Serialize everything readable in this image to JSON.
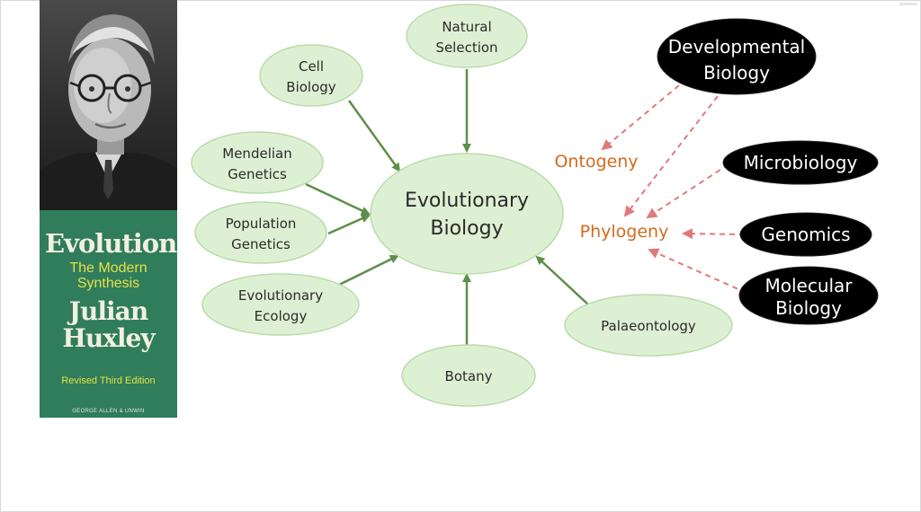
{
  "cover": {
    "title": "Evolution",
    "subtitle_line1": "The Modern",
    "subtitle_line2": "Synthesis",
    "author_line1": "Julian",
    "author_line2": "Huxley",
    "edition": "Revised Third Edition",
    "publisher": "GEORGE ALLEN & UNWIN"
  },
  "colors": {
    "node_fill": "#def0d4",
    "node_stroke": "#b9dcaa",
    "edge": "#5e8f4a",
    "dashed_edge": "#e07a7a",
    "orange_text": "#d46a1e",
    "cover_green": "#2f7d5a"
  },
  "diagram": {
    "center": {
      "line1": "Evolutionary",
      "line2": "Biology"
    },
    "feeders": [
      {
        "id": "natural-selection",
        "line1": "Natural",
        "line2": "Selection"
      },
      {
        "id": "cell-biology",
        "line1": "Cell",
        "line2": "Biology"
      },
      {
        "id": "mendelian-genetics",
        "line1": "Mendelian",
        "line2": "Genetics"
      },
      {
        "id": "population-genetics",
        "line1": "Population",
        "line2": "Genetics"
      },
      {
        "id": "evolutionary-ecology",
        "line1": "Evolutionary",
        "line2": "Ecology"
      },
      {
        "id": "botany",
        "line1": "Botany",
        "line2": ""
      },
      {
        "id": "palaeontology",
        "line1": "Palaeontology",
        "line2": ""
      }
    ],
    "concepts": [
      {
        "id": "ontogeny",
        "label": "Ontogeny"
      },
      {
        "id": "phylogeny",
        "label": "Phylogeny"
      }
    ],
    "modern_fields": [
      {
        "id": "developmental-biology",
        "line1": "Developmental",
        "line2": "Biology"
      },
      {
        "id": "microbiology",
        "line1": "Microbiology",
        "line2": ""
      },
      {
        "id": "genomics",
        "line1": "Genomics",
        "line2": ""
      },
      {
        "id": "molecular-biology",
        "line1": "Molecular",
        "line2": "Biology"
      }
    ]
  }
}
